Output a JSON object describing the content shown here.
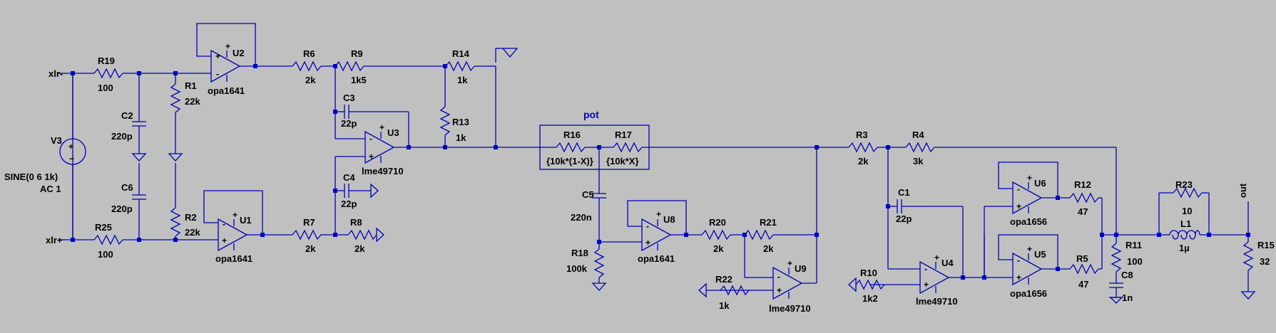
{
  "nets": {
    "xlr_minus": "xlr-",
    "xlr_plus": "xlr+",
    "out": "out",
    "pot_label": "pot"
  },
  "source": {
    "name": "V3",
    "value": "SINE(0 6 1k)",
    "ac": "AC 1"
  },
  "resistors": [
    {
      "ref": "R19",
      "value": "100"
    },
    {
      "ref": "R25",
      "value": "100"
    },
    {
      "ref": "R1",
      "value": "22k"
    },
    {
      "ref": "R2",
      "value": "22k"
    },
    {
      "ref": "R6",
      "value": "2k"
    },
    {
      "ref": "R7",
      "value": "2k"
    },
    {
      "ref": "R9",
      "value": "1k5"
    },
    {
      "ref": "R8",
      "value": "2k"
    },
    {
      "ref": "R14",
      "value": "1k"
    },
    {
      "ref": "R13",
      "value": "1k"
    },
    {
      "ref": "R16",
      "value": "{10k*(1-X)}"
    },
    {
      "ref": "R17",
      "value": "{10k*X}"
    },
    {
      "ref": "R18",
      "value": "100k"
    },
    {
      "ref": "R20",
      "value": "2k"
    },
    {
      "ref": "R21",
      "value": "2k"
    },
    {
      "ref": "R22",
      "value": "1k"
    },
    {
      "ref": "R3",
      "value": "2k"
    },
    {
      "ref": "R4",
      "value": "3k"
    },
    {
      "ref": "R10",
      "value": "1k2"
    },
    {
      "ref": "R12",
      "value": "47"
    },
    {
      "ref": "R5",
      "value": "47"
    },
    {
      "ref": "R11",
      "value": "100"
    },
    {
      "ref": "R23",
      "value": "10"
    },
    {
      "ref": "R15",
      "value": "32"
    }
  ],
  "capacitors": [
    {
      "ref": "C2",
      "value": "220p"
    },
    {
      "ref": "C6",
      "value": "220p"
    },
    {
      "ref": "C3",
      "value": "22p"
    },
    {
      "ref": "C4",
      "value": "22p"
    },
    {
      "ref": "C5",
      "value": "220n"
    },
    {
      "ref": "C1",
      "value": "22p"
    },
    {
      "ref": "C8",
      "value": "1n"
    }
  ],
  "inductors": [
    {
      "ref": "L1",
      "value": "1µ"
    }
  ],
  "opamps": [
    {
      "ref": "U2",
      "model": "opa1641"
    },
    {
      "ref": "U1",
      "model": "opa1641"
    },
    {
      "ref": "U3",
      "model": "lme49710"
    },
    {
      "ref": "U8",
      "model": "opa1641"
    },
    {
      "ref": "U9",
      "model": "lme49710"
    },
    {
      "ref": "U4",
      "model": "lme49710"
    },
    {
      "ref": "U6",
      "model": "opa1656"
    },
    {
      "ref": "U5",
      "model": "opa1656"
    }
  ],
  "symbols": {
    "plus": "+",
    "minus": "-",
    "source_plus": "+",
    "source_minus": "−"
  },
  "colors": {
    "background": "#c0c0c0",
    "wire": "#0000b4",
    "junction": "#0000c8",
    "text": "#000000",
    "net_label_accent": "#0000c8"
  }
}
